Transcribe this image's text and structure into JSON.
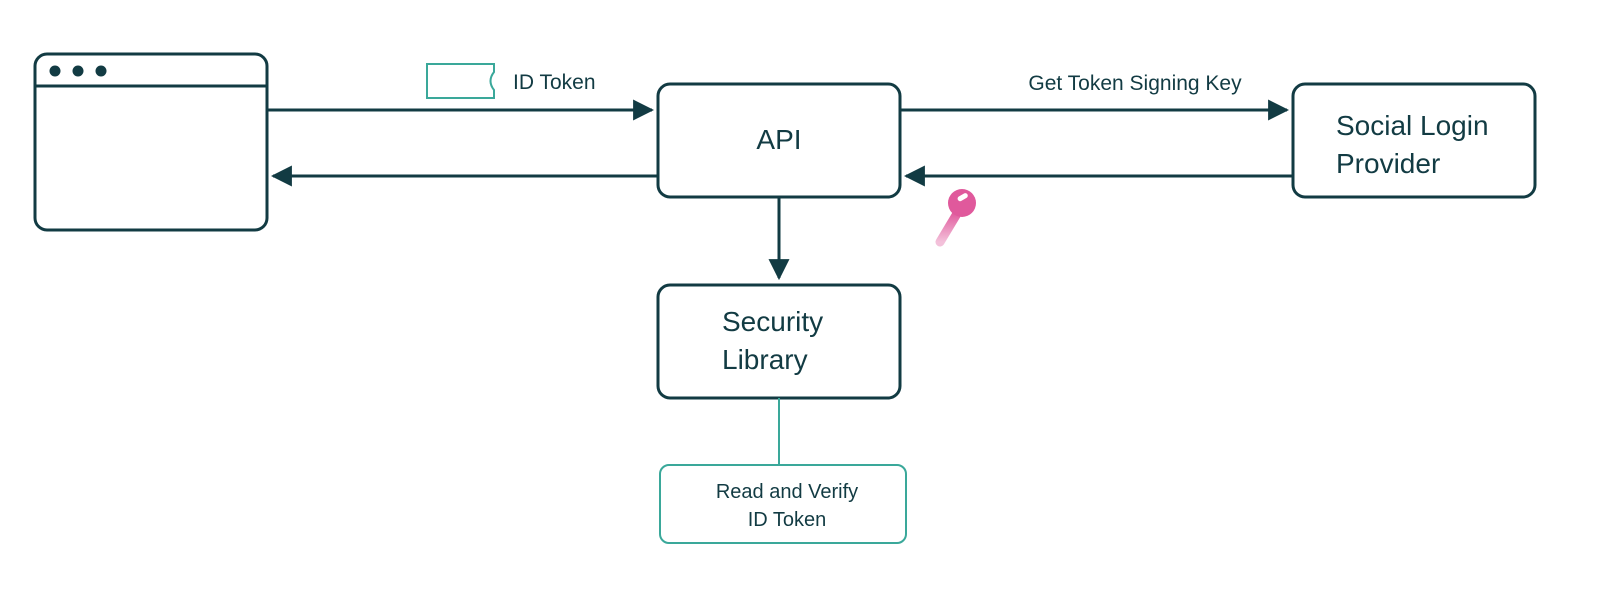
{
  "nodes": {
    "browser": {
      "label": ""
    },
    "api": {
      "label": "API"
    },
    "social_provider": {
      "lines": [
        "Social Login",
        "Provider"
      ]
    },
    "security_library": {
      "lines": [
        "Security",
        "Library"
      ]
    },
    "verify_note": {
      "lines": [
        "Read and Verify",
        "ID Token"
      ]
    }
  },
  "edges": {
    "browser_to_api": {
      "label": "ID Token",
      "icon": "token-ticket-icon"
    },
    "api_to_browser": {
      "label": ""
    },
    "api_to_provider": {
      "label": "Get Token Signing Key"
    },
    "provider_to_api": {
      "label": "",
      "icon": "key-icon"
    },
    "api_to_security_library": {
      "label": ""
    }
  },
  "colors": {
    "stroke": "#123b43",
    "accent_teal": "#3aa89a",
    "key_pink": "#e0599c",
    "background": "#ffffff"
  }
}
